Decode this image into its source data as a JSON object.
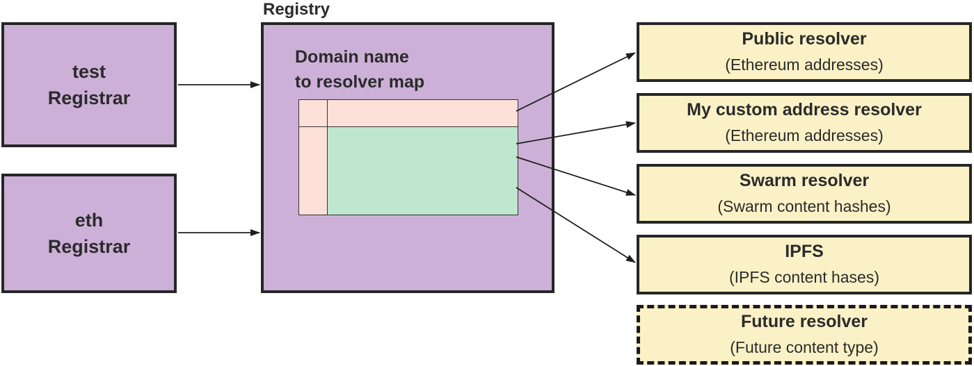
{
  "registrars": [
    {
      "line1": "test",
      "line2": "Registrar"
    },
    {
      "line1": "eth",
      "line2": "Registrar"
    }
  ],
  "registry": {
    "label": "Registry",
    "map_label_line1": "Domain name",
    "map_label_line2": "to resolver map"
  },
  "resolvers": [
    {
      "title": "Public resolver",
      "subtitle": "(Ethereum addresses)"
    },
    {
      "title": "My custom address resolver",
      "subtitle": "(Ethereum addresses)"
    },
    {
      "title": "Swarm resolver",
      "subtitle": "(Swarm content hashes)"
    },
    {
      "title": "IPFS",
      "subtitle": "(IPFS content hases)"
    },
    {
      "title": "Future resolver",
      "subtitle": "(Future content type)"
    }
  ],
  "colors": {
    "registrar_fill": "#cdb0d8",
    "resolver_fill": "#fbf1c6",
    "map_header_fill": "#fde0d8",
    "map_body_fill": "#bfe7cf",
    "border": "#262626"
  }
}
